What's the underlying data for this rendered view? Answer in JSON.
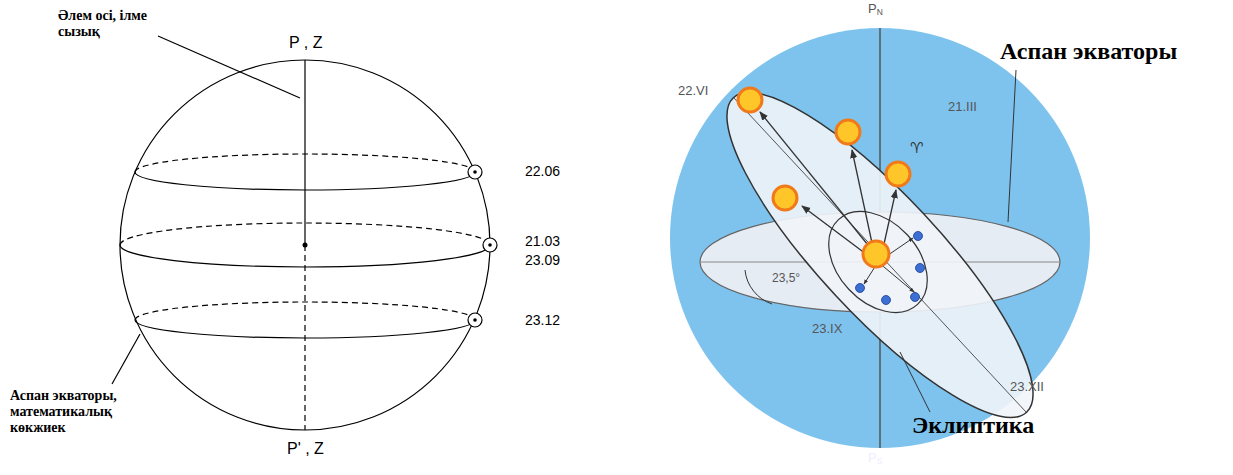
{
  "diagram": {
    "labels": [
      "Әлем осі, ілме сызық",
      "P , Z",
      "22.06",
      "21.03",
      "23.09",
      "23.12",
      "Аспан экваторы, математикалық көкжиек",
      "P' , Z",
      "PN",
      "22.VI",
      "21.III",
      "♈",
      "Аспан экваторы",
      "23,5°",
      "23.IX",
      "23.XII",
      "PS",
      "Эклиптика"
    ]
  }
}
